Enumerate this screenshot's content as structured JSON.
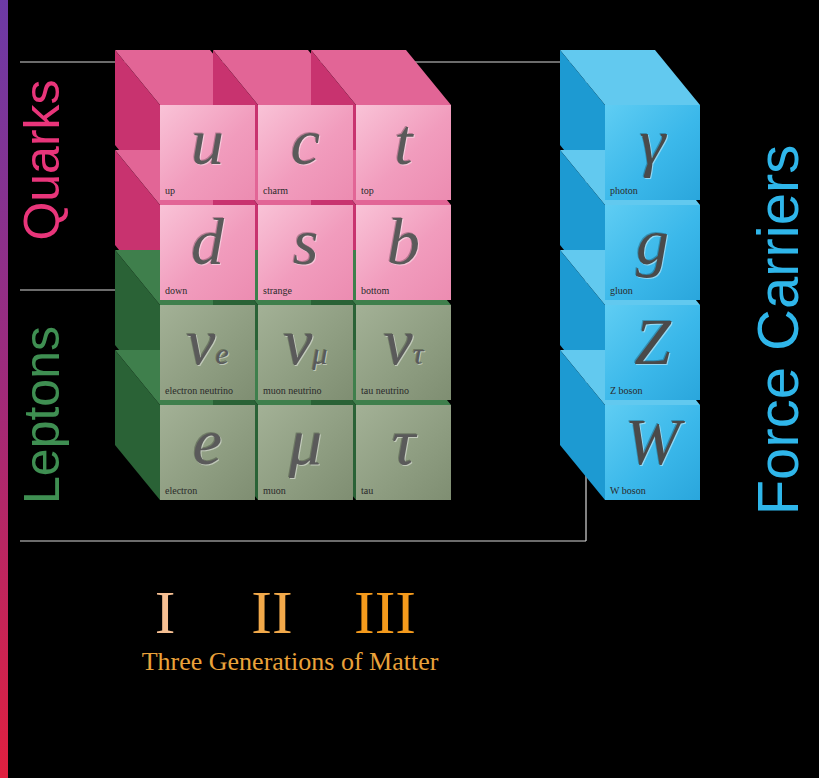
{
  "diagram": {
    "nodes": [
      {
        "text": [
          "u",
          "up"
        ]
      },
      {
        "text": [
          "c",
          "charm"
        ]
      },
      {
        "text": [
          "t",
          "top"
        ]
      },
      {
        "text": [
          "γ",
          "photon"
        ]
      },
      {
        "text": [
          "d",
          "down"
        ]
      },
      {
        "text": [
          "s",
          "strange"
        ]
      },
      {
        "text": [
          "b",
          "bottom"
        ]
      },
      {
        "text": [
          "g",
          "gluon"
        ]
      },
      {
        "text": [
          "ν",
          "e",
          "electron neutrino"
        ]
      },
      {
        "text": [
          "ν",
          "μ",
          "muon neutrino"
        ]
      },
      {
        "text": [
          "ν",
          "τ",
          "tau neutrino"
        ]
      },
      {
        "text": [
          "Z",
          "Z boson"
        ]
      },
      {
        "text": [
          "e",
          "electron"
        ]
      },
      {
        "text": [
          "μ",
          "muon"
        ]
      },
      {
        "text": [
          "τ",
          "tau"
        ]
      },
      {
        "text": [
          "W",
          "W boson"
        ]
      }
    ],
    "labels": [
      "Quarks",
      "Leptons",
      "Force Carriers",
      "I",
      "II",
      "III",
      "Three Generations of Matter"
    ]
  }
}
